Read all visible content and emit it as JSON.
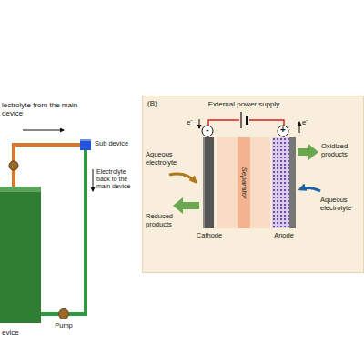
{
  "diagram": {
    "nodes": [
      {
        "text": [
          "evice"
        ]
      },
      {
        "text": [
          "Sub device"
        ]
      },
      {
        "text": [
          "Pump"
        ]
      },
      {
        "text": [
          "(B)"
        ]
      },
      {
        "text": [
          "Cathode"
        ],
        "in": 3
      },
      {
        "text": [
          "Separator"
        ],
        "in": 3
      },
      {
        "text": [
          "Anode"
        ],
        "in": 3
      }
    ],
    "edges": [
      {
        "from": 0,
        "to": 1,
        "arrow": "none"
      },
      {
        "from": 1,
        "to": 2,
        "arrow": "none"
      },
      {
        "from": 2,
        "to": 0,
        "arrow": "none"
      },
      {
        "from": 4,
        "to": 6,
        "arrow": "none"
      }
    ],
    "labels": [
      "lectrolyte from the main device",
      "Electrolyte back to the main device",
      "External power supply",
      "e⁻",
      "e⁻",
      "-",
      "+",
      "Aqueous electrolyte",
      "Reduced products",
      "Oxidized products",
      "Aqueous electrolyte"
    ]
  }
}
